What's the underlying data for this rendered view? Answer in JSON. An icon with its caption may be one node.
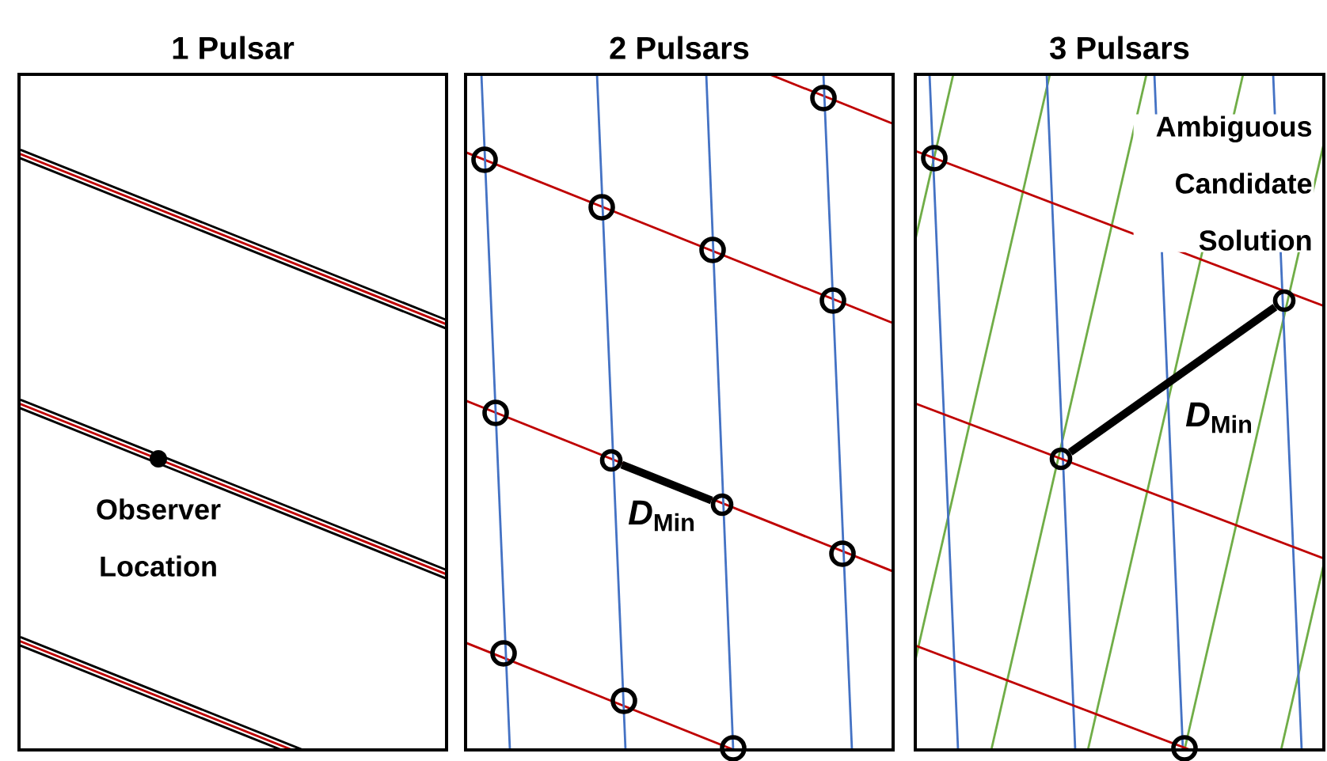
{
  "diagram": {
    "nodes": [
      {
        "text": [
          "1 Pulsar"
        ]
      },
      {
        "text": [
          "2 Pulsars"
        ]
      },
      {
        "text": [
          "3 Pulsars"
        ]
      },
      {
        "text": [],
        "shape": "circle",
        "in": 0,
        "beside": [
          "Observer Location"
        ]
      },
      {
        "text": [],
        "shape": "circle",
        "in": 1
      },
      {
        "text": [],
        "shape": "circle",
        "in": 1
      },
      {
        "text": [],
        "shape": "circle",
        "in": 2,
        "beside": [
          "Ambiguous Candidate Solution"
        ]
      },
      {
        "text": [],
        "shape": "circle",
        "in": 2
      }
    ],
    "edges": [
      {
        "from": 4,
        "to": 5,
        "arrow": "none",
        "label": "*D*$_{Min}$"
      },
      {
        "from": 7,
        "to": 6,
        "arrow": "none",
        "label": "*D*$_{Min}$"
      }
    ]
  }
}
